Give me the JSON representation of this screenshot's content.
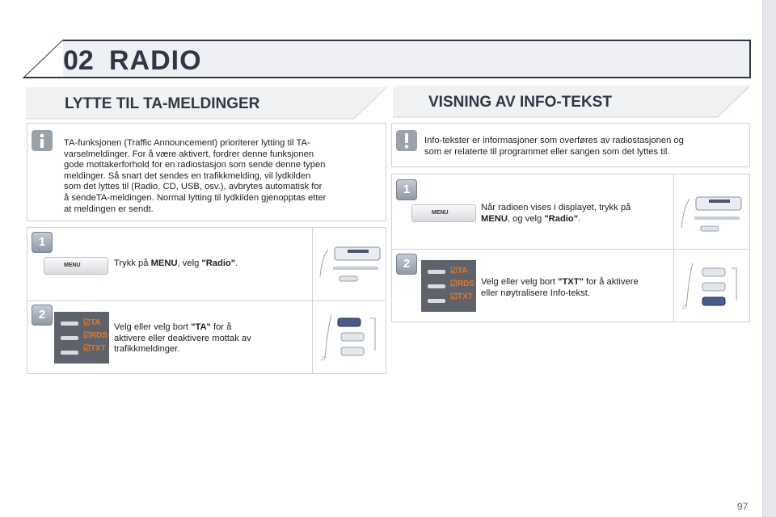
{
  "header": {
    "chapter_number": "02",
    "chapter_title": "RADIO"
  },
  "left": {
    "title": "LYTTE TIL TA-MELDINGER",
    "info_icon": "info-icon",
    "info_lines": [
      "TA-funksjonen (Traffic Announcement) prioriterer lytting til TA-",
      "varselmeldinger. For å være aktivert, fordrer denne funksjonen",
      "gode mottakerforhold for en radiostasjon som sende denne typen",
      "meldinger. Så snart det sendes en trafikkmelding, vil lydkilden",
      "som det lyttes til (Radio, CD, USB, osv.), avbrytes automatisk for",
      "å sendeTA-meldingen. Normal lytting til lydkilden gjenopptas etter",
      "at meldingen er sendt."
    ],
    "step1": {
      "number": "1",
      "button": "MENU",
      "text_pre": "Trykk på ",
      "text_bold1": "MENU",
      "text_mid": ", velg ",
      "text_bold2": "\"Radio\"",
      "text_post": "."
    },
    "step2": {
      "number": "2",
      "panel_options": [
        "☑TA",
        "☑RDS",
        "☑TXT"
      ],
      "text_pre": "Velg eller velg bort ",
      "text_bold": "\"TA\"",
      "text_post": " for å",
      "lines": [
        "aktivere eller deaktivere mottak av",
        "trafikkmeldinger."
      ]
    }
  },
  "right": {
    "title": "VISNING AV INFO-TEKST",
    "warning_icon": "warning-icon",
    "info_lines": [
      "Info-tekster er informasjoner som overføres av radiostasjonen og",
      "som er relaterte til programmet eller sangen som det lyttes til."
    ],
    "step1": {
      "number": "1",
      "button": "MENU",
      "line1": "Når radioen vises i displayet, trykk på",
      "text_bold1": "MENU",
      "text_mid": ", og velg ",
      "text_bold2": "\"Radio\"",
      "text_post": "."
    },
    "step2": {
      "number": "2",
      "panel_options": [
        "☑TA",
        "☑RDS",
        "☑TXT"
      ],
      "text_pre": "Velg eller velg bort ",
      "text_bold": "\"TXT\"",
      "text_post": " for å aktivere",
      "line2": "eller nøytralisere Info-tekst."
    }
  },
  "page_number": "97"
}
